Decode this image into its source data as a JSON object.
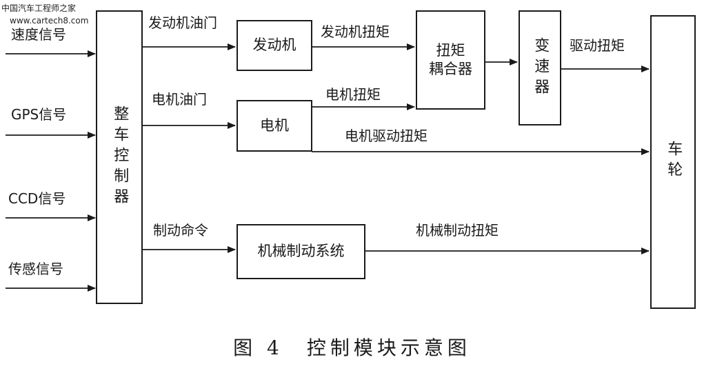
{
  "watermark": {
    "site_name": "中国汽车工程师之家",
    "site_url": "www.cartech8.com"
  },
  "inputs": {
    "speed": "速度信号",
    "gps": "GPS信号",
    "ccd": "CCD信号",
    "sensor": "传感信号"
  },
  "blocks": {
    "vehicle_controller": "整车控制器",
    "engine": "发动机",
    "motor": "电机",
    "torque_coupler_line1": "扭矩",
    "torque_coupler_line2": "耦合器",
    "transmission": "变速器",
    "mechanical_brake": "机械制动系统",
    "wheel": "车轮"
  },
  "signals": {
    "engine_throttle": "发动机油门",
    "motor_throttle": "电机油门",
    "brake_command": "制动命令",
    "engine_torque": "发动机扭矩",
    "motor_torque": "电机扭矩",
    "motor_drive_torque": "电机驱动扭矩",
    "drive_torque": "驱动扭矩",
    "mechanical_brake_torque": "机械制动扭矩"
  },
  "caption": "图 4　控制模块示意图"
}
